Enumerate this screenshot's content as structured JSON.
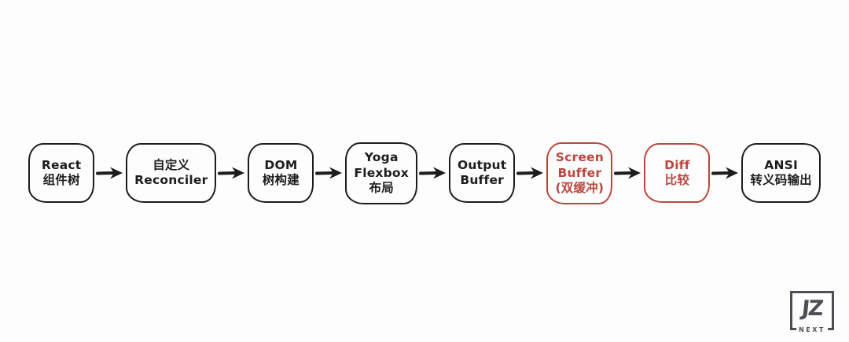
{
  "diagram": {
    "title_hint": "React terminal rendering pipeline flowchart",
    "colors": {
      "black": "#1d1d1d",
      "red": "#b8473e",
      "background": "#fdfdfd",
      "arrow": "#1c1c1c",
      "logo": "#4e4e56"
    },
    "nodes": [
      {
        "id": "react-component-tree",
        "lines": [
          "React",
          "组件树",
          ""
        ],
        "color": "black"
      },
      {
        "id": "custom-reconciler",
        "lines": [
          "自定义",
          "Reconciler",
          ""
        ],
        "color": "black"
      },
      {
        "id": "dom-tree-build",
        "lines": [
          "DOM",
          "树构建",
          ""
        ],
        "color": "black"
      },
      {
        "id": "yoga-flexbox-layout",
        "lines": [
          "Yoga",
          "Flexbox",
          "布局"
        ],
        "color": "black"
      },
      {
        "id": "output-buffer",
        "lines": [
          "Output",
          "Buffer",
          ""
        ],
        "color": "black"
      },
      {
        "id": "screen-buffer",
        "lines": [
          "Screen",
          "Buffer",
          "(双缓冲)"
        ],
        "color": "red"
      },
      {
        "id": "diff-compare",
        "lines": [
          "Diff",
          "比较",
          ""
        ],
        "color": "red"
      },
      {
        "id": "ansi-escape-output",
        "lines": [
          "ANSI",
          "转义码输出",
          ""
        ],
        "color": "black"
      }
    ]
  },
  "logo": {
    "monogram": "JZ",
    "caption": "NEXT"
  }
}
